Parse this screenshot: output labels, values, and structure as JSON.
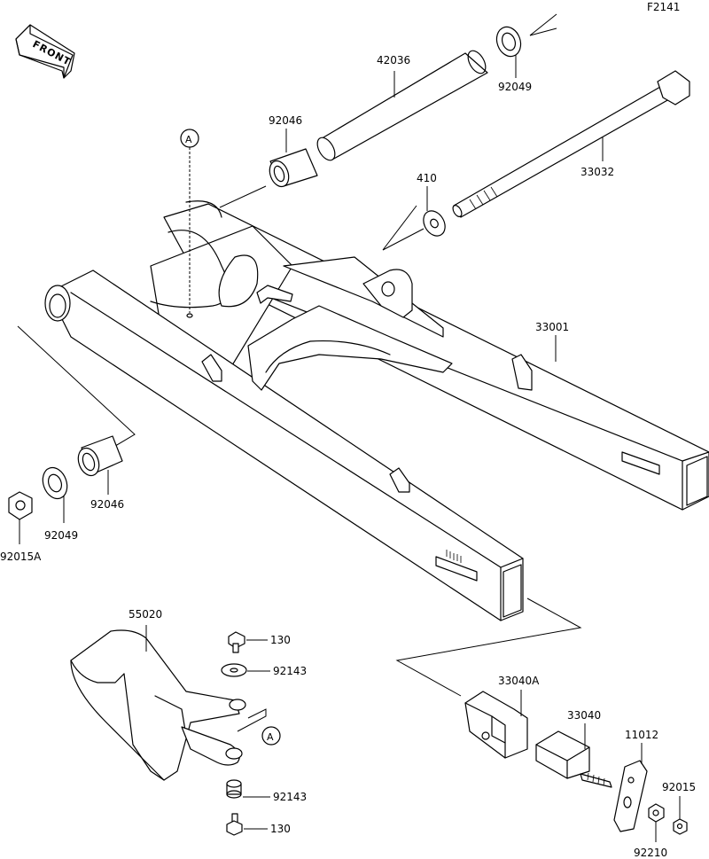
{
  "figure_code": "F2141",
  "front_label": "FRONT",
  "ref_mark": "A",
  "parts": [
    {
      "id": "p42036",
      "number": "42036"
    },
    {
      "id": "p92049_top",
      "number": "92049"
    },
    {
      "id": "p92046_top",
      "number": "92046"
    },
    {
      "id": "p33032",
      "number": "33032"
    },
    {
      "id": "p410",
      "number": "410"
    },
    {
      "id": "p33001",
      "number": "33001"
    },
    {
      "id": "p92046_left",
      "number": "92046"
    },
    {
      "id": "p92049_left",
      "number": "92049"
    },
    {
      "id": "p92015A",
      "number": "92015A"
    },
    {
      "id": "p55020",
      "number": "55020"
    },
    {
      "id": "p130_top",
      "number": "130"
    },
    {
      "id": "p92143_top",
      "number": "92143"
    },
    {
      "id": "p92143_bot",
      "number": "92143"
    },
    {
      "id": "p130_bot",
      "number": "130"
    },
    {
      "id": "p33040A",
      "number": "33040A"
    },
    {
      "id": "p33040",
      "number": "33040"
    },
    {
      "id": "p11012",
      "number": "11012"
    },
    {
      "id": "p92015",
      "number": "92015"
    },
    {
      "id": "p92210",
      "number": "92210"
    }
  ]
}
